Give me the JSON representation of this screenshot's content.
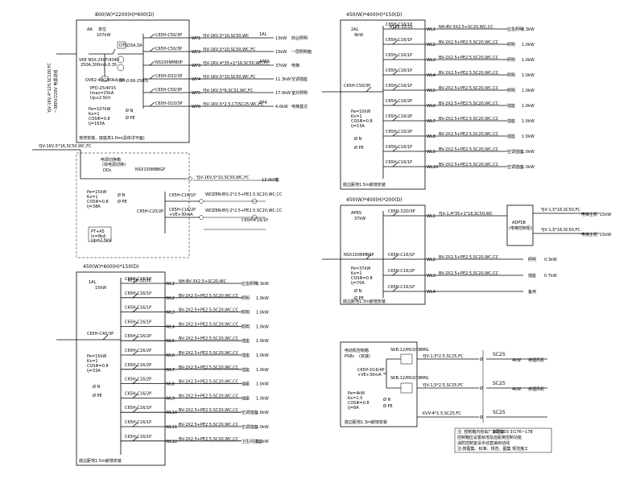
{
  "panel_a": {
    "title": "800(W)*2200(H)*600(D)",
    "id": "AA",
    "note": "单位",
    "power": "107kW",
    "feeder": "YJV-1KV,4*120,SC100,FC",
    "feeder_note": "~380V/220V 电源进线",
    "main_switch": "VKE NSX-250F/4340",
    "main_switch_2": "250A,300mA,0.3S",
    "surge": "OVR2-40G/40kA/4P",
    "surge_2": "PFD-25/4P15",
    "surge_3": "Imax=25kA",
    "surge_4": "Up≤2.5kV",
    "meter": "BH-0.66-250/5",
    "spd_note": "DTSD3A,5A",
    "pe_params": [
      "Pe=107kW",
      "Kx=1",
      "COSΦ=0.8",
      "Ij=163A"
    ],
    "ground_n": "Ø N",
    "ground_pe": "Ø PE",
    "bottom_note": "落地安装，底座高1.0m(具体详平面)",
    "circuits": [
      {
        "breaker": "C65H-C50/3P",
        "id": "WP1",
        "cable": "YJV-1KV,5*10,SC50,WC",
        "dest": "1AL",
        "power": "13kW",
        "note": "商业照明"
      },
      {
        "breaker": "C65H-C50/3P",
        "id": "WP2",
        "cable": "YJV-1KV,5*10,SC50,WC,FC",
        "dest": "",
        "power": "15kW",
        "note": "一层照明箱"
      },
      {
        "breaker": "NS100NM80P",
        "id": "WP3",
        "cable": "YJV-1KV,4*35+1*16,SC50,WC,FC",
        "dest": "APRS",
        "power": "37kW",
        "note": "电梯"
      },
      {
        "breaker": "C65H-D32/3P",
        "id": "WP4",
        "cable": "YJV-1KV,5*10,SC50,WC,FC",
        "dest": "",
        "power": "11.3kW",
        "note": "空调插座"
      },
      {
        "breaker": "C65H-C50/3P",
        "id": "WP5",
        "cable": "YJV-1KV,5*6,SC32,WC,FC",
        "dest": "",
        "power": "17.0kW",
        "note": "室外照明"
      },
      {
        "breaker": "C65H-D10/3P",
        "id": "WP6",
        "cable": "YJV-1KV,5*2.5,CT/SC25,WC,FC",
        "dest": "ZP4",
        "power": "4.0kW",
        "note": "电梯基坑"
      }
    ]
  },
  "panel_b": {
    "label": "电源切换箱",
    "sub_label": "(双电源切换)",
    "id": "DDc",
    "switch": "NSX100NBBGP",
    "circuit_1": "YJV-1KV,5*10,SC50,WC,FC",
    "circuit_1_power": "13.0kW",
    "circuit_1_note": "备",
    "breaker_1": "C65H-C16/1P",
    "breaker_2": "C65H-C20/2P",
    "breaker_3": "C65H-C16/2P",
    "breaker_3b": "+VE+30mA",
    "pe_params": [
      "Pe=15kW",
      "Kx=1",
      "COSΦ=0.8",
      "Ij=38A"
    ],
    "ground_n": "Ø N",
    "ground_pe": "Ø PE",
    "spd": "PT+A5",
    "spd_2": "In=8kA",
    "spd_3": "Up=2.5kV",
    "circuit_2": "WDZBN-BYJ-2*2.5+PE2.5,SC20,WC,CC",
    "circuit_3": "C65H-C16/1P",
    "circuit_4": "WDZBN-BYJ-2*2.5+PE2.5,SC20,WC,CC"
  },
  "panel_c": {
    "title": "450(W)*400(H)*150(D)",
    "id": "1AL",
    "power": "15kW",
    "main_breaker": "C65H-C40/3P",
    "fuse": "RT18-32/10",
    "pe_params": [
      "Pe=15kW",
      "Kx=1",
      "COSΦ=0.8",
      "Ij=33A"
    ],
    "ground_n": "Ø N",
    "ground_pe": "Ø PE",
    "bottom_note": "底边距地1.5m嵌墙安装",
    "circuits": [
      {
        "breaker": "C65H-C16/1P",
        "id": "WL1",
        "cable": "NH-BV-3X2.5+SC20,WC",
        "power": "0.3kW",
        "note": "应急照明"
      },
      {
        "breaker": "C65H-C16/1P",
        "id": "WL2",
        "cable": "BV-2X2.5+PE2.5,SC20,WC,CC",
        "power": "1.0kW",
        "note": "照明"
      },
      {
        "breaker": "C65H-C16/1P",
        "id": "WL3",
        "cable": "BV-2X2.5+PE2.5,SC20,WC,CC",
        "power": "1.0kW",
        "note": "照明"
      },
      {
        "breaker": "C65H-C16/1P",
        "id": "WL4",
        "cable": "BV-2X2.5+PE2.5,SC20,WC,CC",
        "power": "1.0kW",
        "note": "照明"
      },
      {
        "breaker": "C65H-C16/2P",
        "id": "WL5",
        "cable": "BV-2X2.5+PE2.5,SC20,WC,CC",
        "power": "1.0kW",
        "note": "插座"
      },
      {
        "breaker": "C65H-C16/2P",
        "id": "WL6",
        "cable": "BV-2X2.5+PE2.5,SC20,WC,CC",
        "power": "1.0kW",
        "note": "插座"
      },
      {
        "breaker": "C65H-C16/2P",
        "id": "WL7",
        "cable": "BV-2X2.5+PE2.5,SC20,WC,CC",
        "power": "1.0kW",
        "note": "插座"
      },
      {
        "breaker": "C65H-C16/2P",
        "id": "WL8",
        "cable": "BV-2X2.5+PE2.5,SC20,WC,CC",
        "power": "1.0kW",
        "note": "插座"
      },
      {
        "breaker": "C65H-C16/2P",
        "id": "WL9",
        "cable": "BV-2X2.5+PE2.5,SC20,WC,CC",
        "power": "1.0kW",
        "note": "插座"
      },
      {
        "breaker": "C65H-C16/1P",
        "id": "WL10",
        "cable": "BV-2X2.5+PE2.5,SC20,WC,CC",
        "power": "1.6kW",
        "note": "空调插座"
      },
      {
        "breaker": "C65H-C16/1P",
        "id": "WL11",
        "cable": "BV-2X2.5+PE2.5,SC20,WC,CC",
        "power": "1.0kW",
        "note": "空调插座"
      },
      {
        "breaker": "C65H-C16/1P",
        "id": "WL12",
        "cable": "BV-2X2.5+PE2.5,SC20,WC,CC",
        "power": "1.3kW",
        "note": "卫生间插座"
      }
    ]
  },
  "panel_d": {
    "title": "450(W)*400(H)*150(D)",
    "id": "2AL",
    "power": "9kW",
    "main_breaker": "C65H-C50/3P",
    "fuse": "RT18-32/10",
    "pe_params": [
      "Pe=10kW",
      "Kx=1",
      "COSΦ=0.8",
      "Ij=13A"
    ],
    "ground_n": "Ø N",
    "ground_pe": "Ø PE",
    "bottom_note": "底边距地1.5m嵌墙安装",
    "circuits": [
      {
        "breaker": "C65H-C16/1P",
        "id": "WL1",
        "cable": "NH-BV-3X2.5+SC20,WC,CC",
        "power": "0.3kW",
        "note": "应急照明"
      },
      {
        "breaker": "C65H-C16/1P",
        "id": "WL2",
        "cable": "BV-2X2.5+PE2.5,SC20,WC,CC",
        "power": "1.0kW",
        "note": "照明"
      },
      {
        "breaker": "C65H-C16/1P",
        "id": "WL3",
        "cable": "BV-2X2.5+PE2.5,SC20,WC,CC",
        "power": "1.0kW",
        "note": "照明"
      },
      {
        "breaker": "C65H-C16/1P",
        "id": "WL4",
        "cable": "BV-2X2.5+PE2.5,SC20,WC,CC",
        "power": "1.0kW",
        "note": "照明"
      },
      {
        "breaker": "C65H-C16/1P",
        "id": "WL5",
        "cable": "BV-2X2.5+PE2.5,SC20,WC,CC",
        "power": "1.0kW",
        "note": "照明"
      },
      {
        "breaker": "C65H-C16/2P",
        "id": "WL6",
        "cable": "BV-2X2.5+PE2.5,SC20,WC,CC",
        "power": "1.0kW",
        "note": "插座"
      },
      {
        "breaker": "C65H-C16/2P",
        "id": "WL7",
        "cable": "BV-2X2.5+PE2.5,SC20,WC,CC",
        "power": "1.0kW",
        "note": "插座"
      },
      {
        "breaker": "C65H-C16/2P",
        "id": "WL8",
        "cable": "BV-2X2.5+PE2.5,SC20,WC,CC",
        "power": "1.0kW",
        "note": "插座"
      },
      {
        "breaker": "C65H-C16/1P",
        "id": "WL9",
        "cable": "BV-2X2.5+PE2.5,SC20,WC,CC",
        "power": "1.0kW",
        "note": "空调插座"
      },
      {
        "breaker": "C65H-C16/1P",
        "id": "WL10",
        "cable": "BV-2X2.5+PE2.5,SC20,WC,CC",
        "power": "1.0kW",
        "note": "空调插座"
      }
    ]
  },
  "panel_e": {
    "title": "450(W)*400(H)*200(D)",
    "id": "APRS",
    "power": "37kW",
    "main_breaker": "NSX100NMB0P",
    "pe_params": [
      "Pe=37kW",
      "Kx=1",
      "COSΦ=0.8",
      "Ij=70A"
    ],
    "ground_n": "Ø N",
    "ground_pe": "Ø PE",
    "bottom_note": "底边距地1.3m嵌墙安装",
    "circuits": [
      {
        "breaker": "C65H-32D/3P",
        "id": "WL1",
        "cable": "YJV-1,4*35+1*16,SC50,WC",
        "power": "",
        "note": ""
      },
      {
        "breaker": "C65H-C16/1P",
        "id": "WL2",
        "cable": "BV-2X2.5+PE2.5,SC20,WC,CC",
        "power": "0.3kW",
        "note": "照明"
      },
      {
        "breaker": "C65H-C16/2P",
        "id": "WL3",
        "cable": "BV-2X2.5+PE2.5,SC20,WC,CC",
        "power": "0.7kW",
        "note": "插座"
      },
      {
        "breaker": "C65H-C16/1P",
        "id": "WL4",
        "cable": "",
        "power": "",
        "note": "备用"
      }
    ],
    "adp_label": "ADPSB",
    "adp_sub": "(电梯控制柜)",
    "adp_line_1": "YJV-1,5*16,SC50,FC",
    "adp_line_1_note": "电梯主机",
    "adp_line_1_power": "15kW",
    "adp_line_2": "YJV-1,5*16,SC50,FC",
    "adp_line_2_note": "电梯主机",
    "adp_line_2_power": "15kW"
  },
  "panel_f": {
    "label": "电动机控制箱",
    "id": "PSBc",
    "sub_label": "(双速)",
    "starter_1": "SKB-12/M10/DBMG",
    "starter_2": "SKB-12/M10/DBMG",
    "breaker": "C65H-D16/4P",
    "breaker_2": "+VE+30mA",
    "pe_params": [
      "Pe=4kW",
      "Kx=1.0",
      "COSΦ=0.8",
      "Ij=8A"
    ],
    "ground_n": "Ø N",
    "ground_pe": "Ø PE",
    "bottom_note": "底边距地1.3m嵌墙安装",
    "line_1": "YJV-1,5*2.5,SC25,FC",
    "line_2": "YJV-1,5*2.5,SC25,FC",
    "line_3": "KVV-4*1.5,SC25,FC",
    "sc_1": "SC25",
    "sc_2": "SC25",
    "sc_3": "SC25",
    "load_1": "4kW",
    "load_1_note": "排烟风机",
    "load_2": "4kW",
    "load_2_note": "排烟风机",
    "spec_code": "10D303-3/176~178",
    "notes": [
      "注: 控制箱内容由厂家配套",
      "控制箱应设置就地及远距离控制功能",
      "消防控制室设手动直接启动线",
      "注:按图集、标准、规范、图集 规范施工"
    ]
  }
}
